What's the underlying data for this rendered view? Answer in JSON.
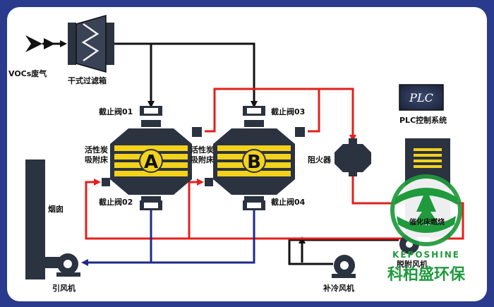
{
  "labels": {
    "voc_gas": "VOCs废气",
    "dry_filter": "干式过滤箱",
    "valve_01": "截止阀01",
    "valve_02": "截止阀02",
    "valve_03": "截止阀03",
    "valve_04": "截止阀04",
    "bed_a_label": "活性炭吸附床",
    "bed_b_label": "活性炭吸附床",
    "bed_a_letter": "A",
    "bed_b_letter": "B",
    "flame_arrester": "阻火器",
    "chimney": "烟囱",
    "induced_fan": "引风机",
    "cooling_fan": "补冷风机",
    "desorption_fan": "脱附风机",
    "catalytic_bed": "催化床燃烧",
    "plc_box": "PLC",
    "plc_system": "PLC控制系统"
  },
  "watermark": {
    "brand_latin": "KEPOSHINE",
    "brand_cn": "科柏盛环保"
  },
  "colors": {
    "frame": "#2a3a8c",
    "background": "#ffffff",
    "exhaust_line": "#111111",
    "hot_air_line": "#e3201b",
    "clean_line": "#1f2a8a",
    "bed_yellow": "#f2d21b",
    "equipment": "#2b3240",
    "brand_green": "#1f9a3c"
  }
}
